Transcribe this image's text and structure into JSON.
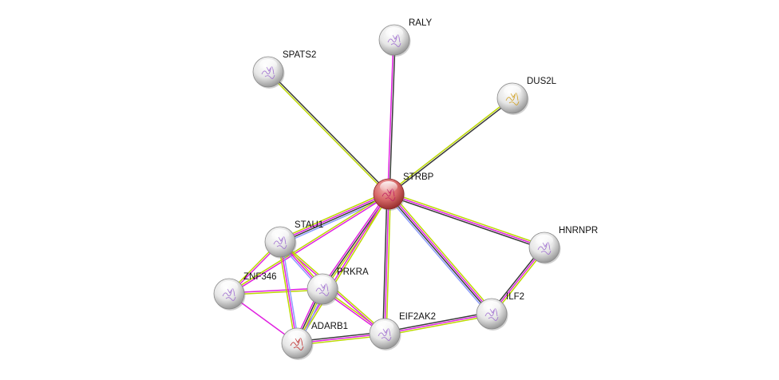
{
  "network": {
    "query_node": "STRBP",
    "nodes": [
      {
        "id": "STRBP",
        "label": "STRBP",
        "query": true
      },
      {
        "id": "RALY",
        "label": "RALY"
      },
      {
        "id": "SPATS2",
        "label": "SPATS2"
      },
      {
        "id": "DUS2L",
        "label": "DUS2L"
      },
      {
        "id": "HNRNPR",
        "label": "HNRNPR"
      },
      {
        "id": "ILF2",
        "label": "ILF2"
      },
      {
        "id": "EIF2AK2",
        "label": "EIF2AK2"
      },
      {
        "id": "ADARB1",
        "label": "ADARB1"
      },
      {
        "id": "PRKRA",
        "label": "PRKRA"
      },
      {
        "id": "ZNF346",
        "label": "ZNF346"
      },
      {
        "id": "STAU1",
        "label": "STAU1"
      }
    ],
    "evidence_colors": {
      "experiments": "#e020e0",
      "textmining": "#bcd800",
      "coexpression": "#3a3a3a",
      "databases": "#8c9cff"
    },
    "edges": [
      {
        "a": "STRBP",
        "b": "RALY",
        "evidence": [
          "experiments",
          "coexpression"
        ]
      },
      {
        "a": "STRBP",
        "b": "SPATS2",
        "evidence": [
          "textmining",
          "coexpression"
        ]
      },
      {
        "a": "STRBP",
        "b": "DUS2L",
        "evidence": [
          "textmining",
          "coexpression"
        ]
      },
      {
        "a": "STRBP",
        "b": "HNRNPR",
        "evidence": [
          "textmining",
          "experiments",
          "coexpression"
        ]
      },
      {
        "a": "STRBP",
        "b": "ILF2",
        "evidence": [
          "textmining",
          "experiments",
          "coexpression",
          "databases"
        ]
      },
      {
        "a": "STRBP",
        "b": "EIF2AK2",
        "evidence": [
          "textmining",
          "experiments",
          "coexpression"
        ]
      },
      {
        "a": "STRBP",
        "b": "PRKRA",
        "evidence": [
          "textmining",
          "coexpression",
          "experiments"
        ]
      },
      {
        "a": "STRBP",
        "b": "ADARB1",
        "evidence": [
          "textmining",
          "experiments"
        ]
      },
      {
        "a": "STRBP",
        "b": "STAU1",
        "evidence": [
          "databases",
          "coexpression",
          "experiments",
          "textmining"
        ]
      },
      {
        "a": "STRBP",
        "b": "ZNF346",
        "evidence": [
          "experiments",
          "textmining"
        ]
      },
      {
        "a": "HNRNPR",
        "b": "ILF2",
        "evidence": [
          "textmining",
          "experiments",
          "coexpression"
        ]
      },
      {
        "a": "ILF2",
        "b": "EIF2AK2",
        "evidence": [
          "textmining",
          "experiments",
          "coexpression"
        ]
      },
      {
        "a": "EIF2AK2",
        "b": "ADARB1",
        "evidence": [
          "textmining",
          "experiments",
          "coexpression"
        ]
      },
      {
        "a": "EIF2AK2",
        "b": "PRKRA",
        "evidence": [
          "experiments",
          "textmining"
        ]
      },
      {
        "a": "EIF2AK2",
        "b": "STAU1",
        "evidence": [
          "experiments",
          "textmining"
        ]
      },
      {
        "a": "PRKRA",
        "b": "ADARB1",
        "evidence": [
          "databases",
          "textmining",
          "coexpression",
          "experiments"
        ]
      },
      {
        "a": "PRKRA",
        "b": "STAU1",
        "evidence": [
          "databases",
          "experiments",
          "textmining"
        ]
      },
      {
        "a": "PRKRA",
        "b": "ZNF346",
        "evidence": [
          "textmining",
          "experiments"
        ]
      },
      {
        "a": "STAU1",
        "b": "ZNF346",
        "evidence": [
          "experiments",
          "textmining"
        ]
      },
      {
        "a": "STAU1",
        "b": "ADARB1",
        "evidence": [
          "databases",
          "experiments",
          "textmining"
        ]
      },
      {
        "a": "ZNF346",
        "b": "ADARB1",
        "evidence": [
          "experiments"
        ]
      }
    ]
  }
}
